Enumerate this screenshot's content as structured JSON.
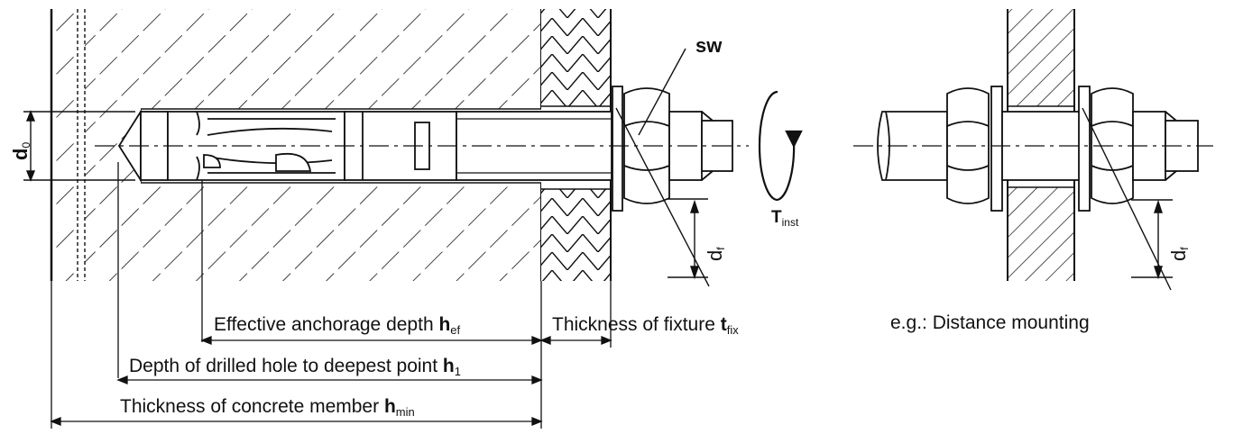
{
  "diagram": {
    "labels": {
      "sw": "sw",
      "d0_main": "d",
      "d0_sub": "0",
      "df_main": "d",
      "df_sub": "f",
      "tinst_main": "T",
      "tinst_sub": "inst",
      "hef_text": "Effective anchorage depth ",
      "hef_sym": "h",
      "hef_sub": "ef",
      "tfix_text": "Thickness of fixture ",
      "tfix_sym": "t",
      "tfix_sub": "fix",
      "h1_text": "Depth of drilled hole to deepest point ",
      "h1_sym": "h",
      "h1_sub": "1",
      "hmin_text": "Thickness of concrete member ",
      "hmin_sym": "h",
      "hmin_sub": "min",
      "distance_mounting": "e.g.: Distance mounting"
    },
    "colors": {
      "line": "#111111",
      "background": "#ffffff"
    }
  }
}
